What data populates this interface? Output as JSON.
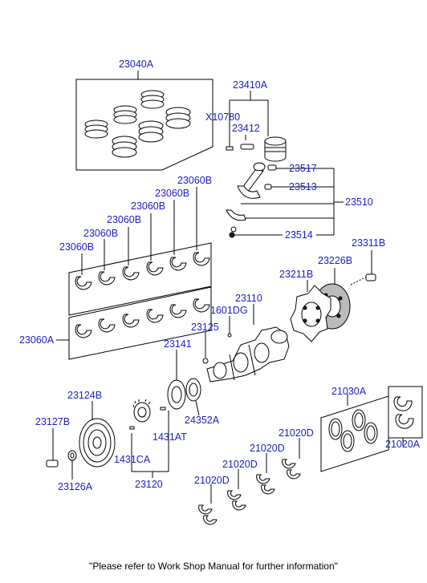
{
  "labels": {
    "l23040A": "23040A",
    "l23410A": "23410A",
    "lX10780": "X10780",
    "l23412": "23412",
    "l23517": "23517",
    "l23513": "23513",
    "l23510": "23510",
    "l23514": "23514",
    "l23060B_1": "23060B",
    "l23060B_2": "23060B",
    "l23060B_3": "23060B",
    "l23060B_4": "23060B",
    "l23060B_5": "23060B",
    "l23060B_6": "23060B",
    "l23060A": "23060A",
    "l23311B": "23311B",
    "l23226B": "23226B",
    "l23211B": "23211B",
    "l23110": "23110",
    "l1601DG": "1601DG",
    "l23125": "23125",
    "l23141": "23141",
    "l24352A": "24352A",
    "l23124B": "23124B",
    "l23127B": "23127B",
    "l23126A": "23126A",
    "l1431AT": "1431AT",
    "l1431CA": "1431CA",
    "l23120": "23120",
    "l21030A": "21030A",
    "l21020A": "21020A",
    "l21020D_1": "21020D",
    "l21020D_2": "21020D",
    "l21020D_3": "21020D",
    "l21020D_4": "21020D"
  },
  "footer_note": "\"Please refer to Work Shop Manual for further information\""
}
